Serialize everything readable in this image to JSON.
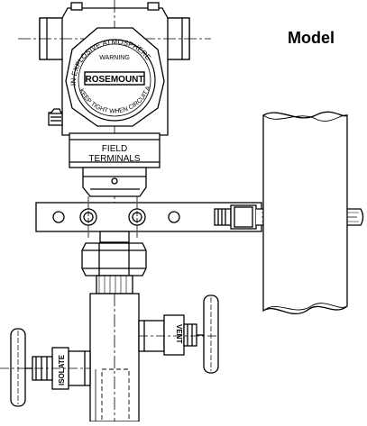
{
  "caption": "Model",
  "housing": {
    "arc_text_top": "IN EXPLOSIVE ATMOSPHERE",
    "arc_text_bottom": "KEEP TIGHT WHEN CIRCUIT ALIVE",
    "warning": "WARNING",
    "brand": "ROSEMOUNT",
    "field_terminals_line1": "FIELD",
    "field_terminals_line2": "TERMINALS"
  },
  "valves": {
    "vent_label": "VENT",
    "isolate_label": "ISOLATE"
  }
}
